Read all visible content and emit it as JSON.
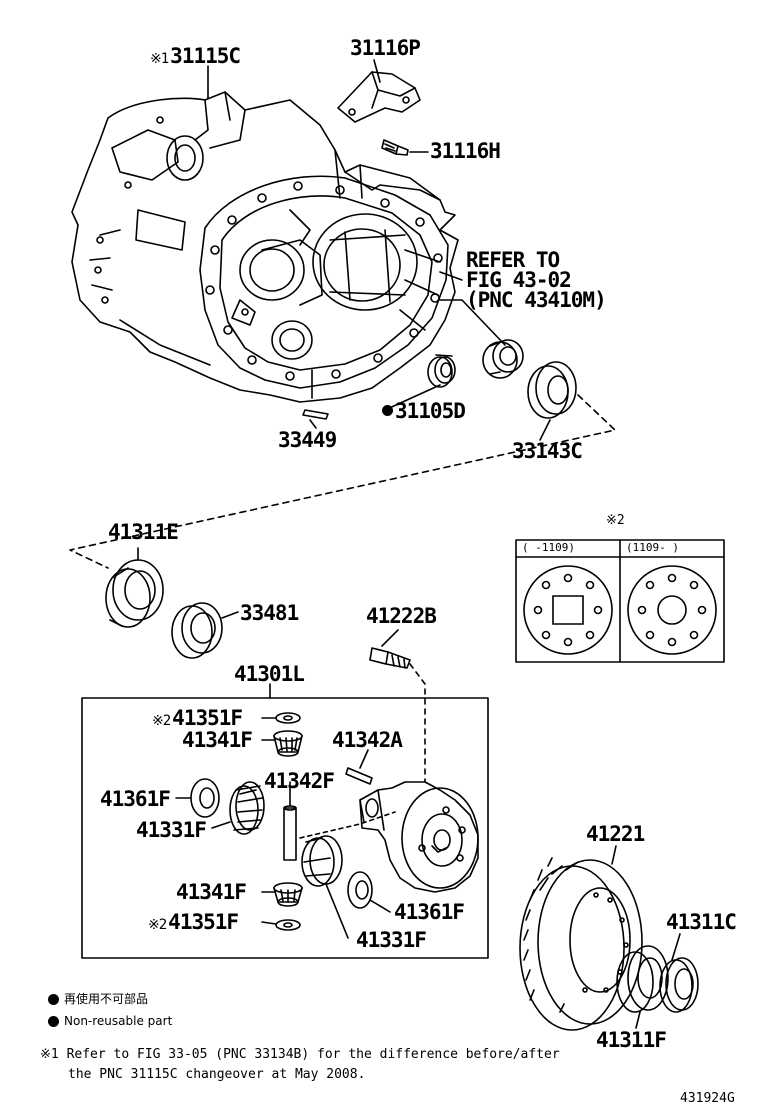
{
  "figure_id": "431924G",
  "mark_symbol": "※",
  "parts": {
    "p31115C": {
      "mark": "※1",
      "number": "31115C"
    },
    "p31116P": {
      "number": "31116P"
    },
    "p31116H": {
      "number": "31116H"
    },
    "refer": {
      "line1": "REFER TO",
      "line2": "FIG 43-02",
      "line3": "(PNC 43410M)"
    },
    "p31105D": {
      "number": "31105D"
    },
    "p33449": {
      "number": "33449"
    },
    "p33143C": {
      "number": "33143C"
    },
    "p41311E": {
      "number": "41311E"
    },
    "p33481": {
      "number": "33481"
    },
    "p41222B": {
      "number": "41222B"
    },
    "p41301L": {
      "number": "41301L"
    },
    "p41351F_top": {
      "mark": "※2",
      "number": "41351F"
    },
    "p41341F_top": {
      "number": "41341F"
    },
    "p41342A": {
      "number": "41342A"
    },
    "p41342F": {
      "number": "41342F"
    },
    "p41361F_left": {
      "number": "41361F"
    },
    "p41331F_left": {
      "number": "41331F"
    },
    "p41341F_bot": {
      "number": "41341F"
    },
    "p41351F_bot": {
      "mark": "※2",
      "number": "41351F"
    },
    "p41361F_right": {
      "number": "41361F"
    },
    "p41331F_right": {
      "number": "41331F"
    },
    "p41221": {
      "number": "41221"
    },
    "p41311C": {
      "number": "41311C"
    },
    "p41311F": {
      "number": "41311F"
    }
  },
  "variant_table": {
    "mark": "※2",
    "col1": "(     -1109)",
    "col2": "(1109-     )"
  },
  "legend": {
    "jp": "再使用不可部品",
    "en": "Non-reusable part"
  },
  "footnote": {
    "mark": "※1",
    "line1": "Refer to FIG 33-05 (PNC 33134B) for the difference before/after",
    "line2": "the PNC 31115C changeover at May 2008."
  }
}
